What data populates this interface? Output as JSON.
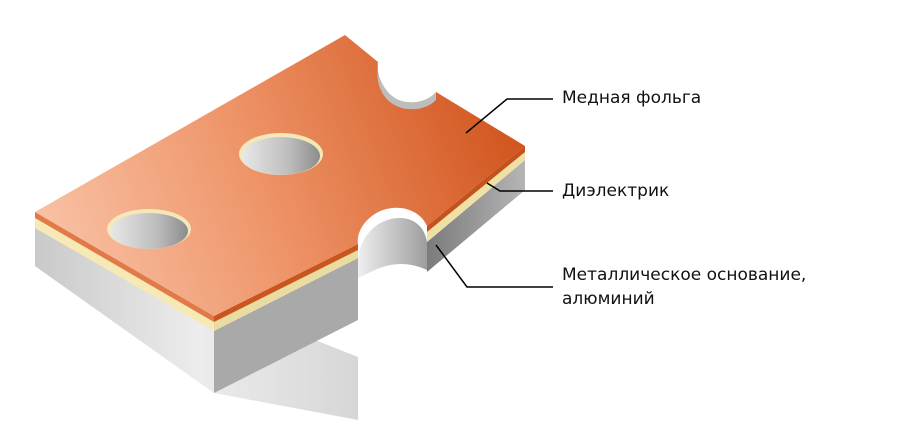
{
  "labels": {
    "copper_foil": "Медная фольга",
    "dielectric": "Диэлектрик",
    "metal_base_line1": "Металлическое основание,",
    "metal_base_line2": "алюминий"
  },
  "colors": {
    "copper_light": "#f7b79a",
    "copper_dark": "#d4561e",
    "dielectric": "#f6e9b4",
    "aluminum_light": "#e6e6e6",
    "aluminum_dark": "#8f8f8f",
    "leader_line": "#000000"
  }
}
